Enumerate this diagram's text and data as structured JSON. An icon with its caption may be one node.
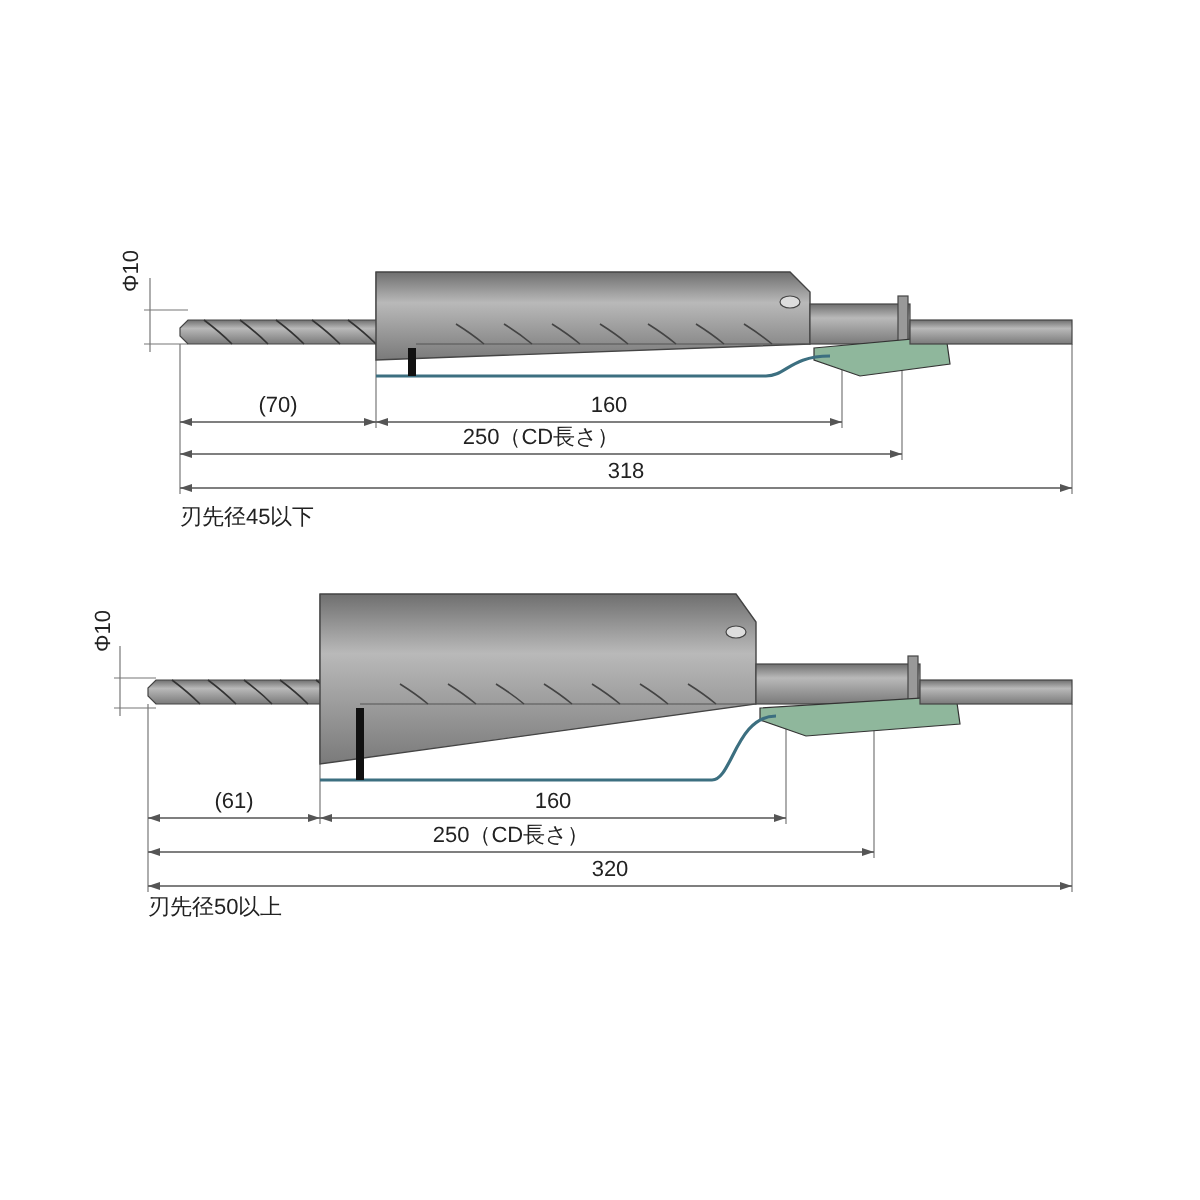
{
  "diagram": {
    "labels": [
      "Φ10",
      "(70)",
      "160",
      "250（CD長さ）",
      "318",
      "刃先径45以下",
      "Φ10",
      "(61)",
      "160",
      "250（CD長さ）",
      "320",
      "刃先径50以上"
    ]
  }
}
